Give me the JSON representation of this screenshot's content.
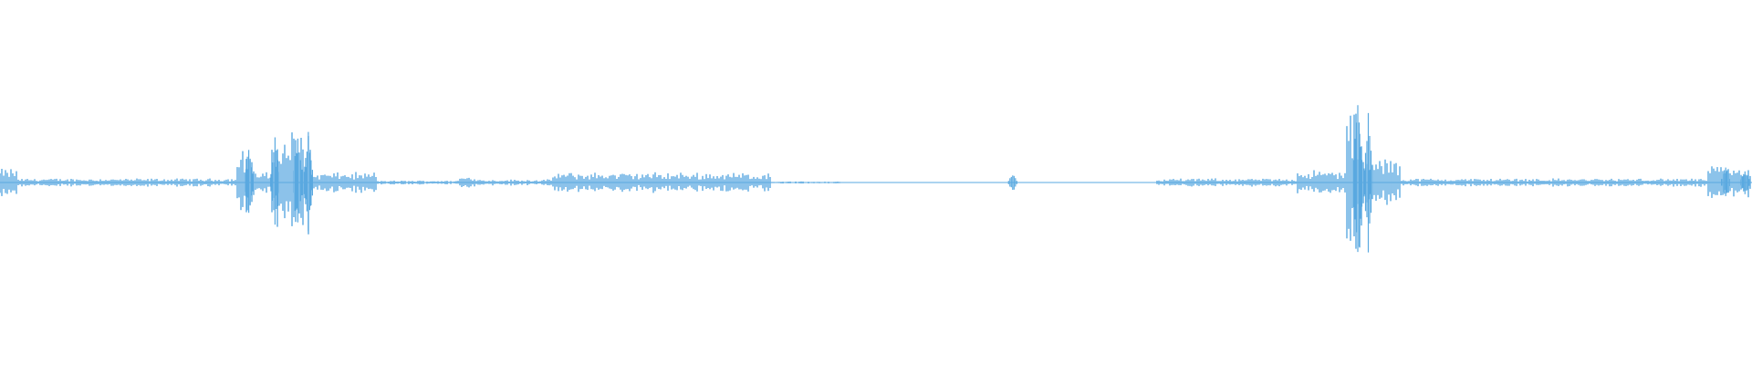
{
  "waveform": {
    "color": "#5aa9e0",
    "background": "#ffffff",
    "duration_fraction_segments": [
      {
        "start": 0.0,
        "end": 0.01,
        "level": 0.07
      },
      {
        "start": 0.01,
        "end": 0.135,
        "level": 0.02
      },
      {
        "start": 0.135,
        "end": 0.145,
        "level": 0.16
      },
      {
        "start": 0.145,
        "end": 0.155,
        "level": 0.05
      },
      {
        "start": 0.155,
        "end": 0.165,
        "level": 0.22
      },
      {
        "start": 0.165,
        "end": 0.172,
        "level": 0.28
      },
      {
        "start": 0.172,
        "end": 0.178,
        "level": 0.25
      },
      {
        "start": 0.178,
        "end": 0.215,
        "level": 0.05
      },
      {
        "start": 0.215,
        "end": 0.262,
        "level": 0.01
      },
      {
        "start": 0.262,
        "end": 0.273,
        "level": 0.03
      },
      {
        "start": 0.273,
        "end": 0.315,
        "level": 0.015
      },
      {
        "start": 0.315,
        "end": 0.345,
        "level": 0.05
      },
      {
        "start": 0.345,
        "end": 0.44,
        "level": 0.05
      },
      {
        "start": 0.44,
        "end": 0.48,
        "level": 0.005
      },
      {
        "start": 0.48,
        "end": 0.66,
        "level": 0.003
      },
      {
        "start": 0.66,
        "end": 0.74,
        "level": 0.02
      },
      {
        "start": 0.74,
        "end": 0.768,
        "level": 0.06
      },
      {
        "start": 0.768,
        "end": 0.778,
        "level": 0.35
      },
      {
        "start": 0.778,
        "end": 0.8,
        "level": 0.12
      },
      {
        "start": 0.8,
        "end": 0.975,
        "level": 0.02
      },
      {
        "start": 0.975,
        "end": 1.0,
        "level": 0.08
      }
    ],
    "spikes": [
      {
        "pos": 0.142,
        "level": 0.2
      },
      {
        "pos": 0.157,
        "level": 0.26
      },
      {
        "pos": 0.17,
        "level": 0.3
      },
      {
        "pos": 0.176,
        "level": 0.28
      },
      {
        "pos": 0.578,
        "level": 0.05
      },
      {
        "pos": 0.775,
        "level": 0.5
      },
      {
        "pos": 0.781,
        "level": 0.42
      },
      {
        "pos": 0.985,
        "level": 0.1
      },
      {
        "pos": 0.996,
        "level": 0.08
      }
    ]
  }
}
